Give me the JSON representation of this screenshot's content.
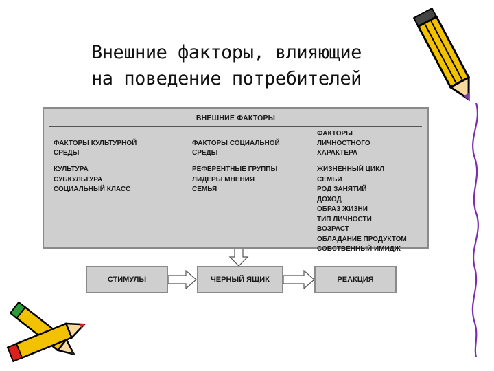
{
  "slide": {
    "title_lines": [
      "Внешние факторы, влияющие",
      "на поведение потребителей"
    ]
  },
  "factors": {
    "heading": "ВНЕШНИЕ ФАКТОРЫ",
    "columns": [
      {
        "header": "ФАКТОРЫ КУЛЬТУРНОЙ\nСРЕДЫ",
        "items": "КУЛЬТУРА\nСУБКУЛЬТУРА\nСОЦИАЛЬНЫЙ КЛАСС"
      },
      {
        "header": "ФАКТОРЫ СОЦИАЛЬНОЙ\nСРЕДЫ",
        "items": "РЕФЕРЕНТНЫЕ ГРУППЫ\nЛИДЕРЫ МНЕНИЯ\nСЕМЬЯ"
      },
      {
        "header": "ФАКТОРЫ\nЛИЧНОСТНОГО\nХАРАКТЕРА",
        "items": "ЖИЗНЕННЫЙ ЦИКЛ\nСЕМЬИ\nРОД ЗАНЯТИЙ\nДОХОД\nОБРАЗ ЖИЗНИ\nТИП ЛИЧНОСТИ\nВОЗРАСТ\nОБЛАДАНИЕ ПРОДУКТОМ\nСОБСТВЕННЫЙ ИМИДЖ"
      }
    ]
  },
  "flow": {
    "stimuli": "СТИМУЛЫ",
    "black_box": "ЧЕРНЫЙ ЯЩИК",
    "reaction": "РЕАКЦИЯ"
  },
  "colors": {
    "box_fill": "#cfcfcf",
    "box_border": "#8a8a8a",
    "pencil_yellow": "#f2c200",
    "pencil_red": "#d9221c",
    "pencil_green": "#2e9a3a",
    "pencil_tip": "#f7d9a0"
  },
  "decorations": {
    "top_right": "pencil-icon",
    "bottom_left": "pencil-pair-icon",
    "right_edge": "wavy-line"
  }
}
